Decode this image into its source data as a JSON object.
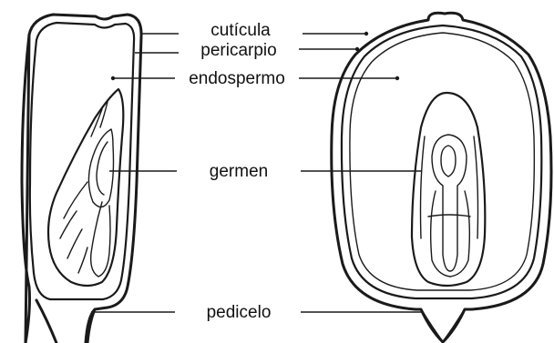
{
  "labels": {
    "cuticula": "cutícula",
    "pericarpio": "pericarpio",
    "endospermo": "endospermo",
    "germen": "germen",
    "pedicelo": "pedicelo"
  },
  "colors": {
    "ink": "#1a1a1a",
    "background": "#ffffff"
  }
}
